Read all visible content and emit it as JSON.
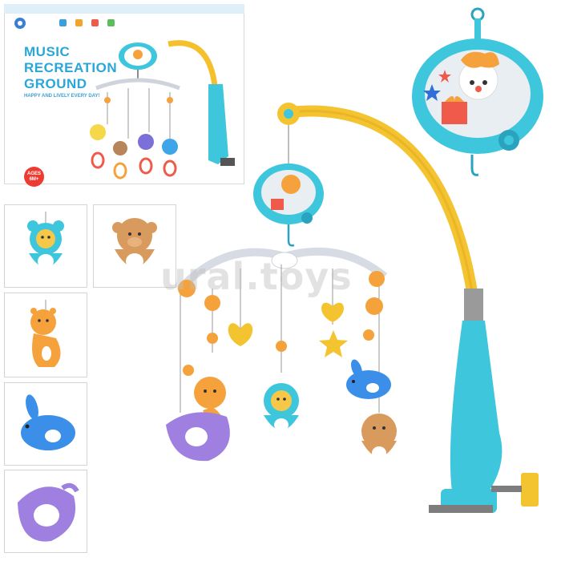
{
  "box": {
    "title_line1": "MUSIC",
    "title_line2": "RECREATION",
    "title_line3": "GROUND",
    "tagline": "HAPPY AND LIVELY EVERY DAY!",
    "age_line1": "AGES",
    "age_line2": "6M+",
    "brand_color": "#29a7d8"
  },
  "watermark": {
    "text": "ural.toys"
  },
  "colors": {
    "turquoise": "#3ec6dd",
    "yellow": "#f4c430",
    "orange": "#f5a23c",
    "purple": "#9f7fe0",
    "blue_rabbit": "#3c8fe8",
    "brown": "#d99a5e"
  },
  "thumbnails": [
    {
      "icon": "blue-lion-rattle-icon"
    },
    {
      "icon": "brown-monkey-rattle-icon"
    },
    {
      "icon": "orange-giraffe-rattle-icon"
    },
    {
      "icon": "blue-rabbit-toy-icon"
    },
    {
      "icon": "purple-ring-rattle-icon"
    }
  ]
}
